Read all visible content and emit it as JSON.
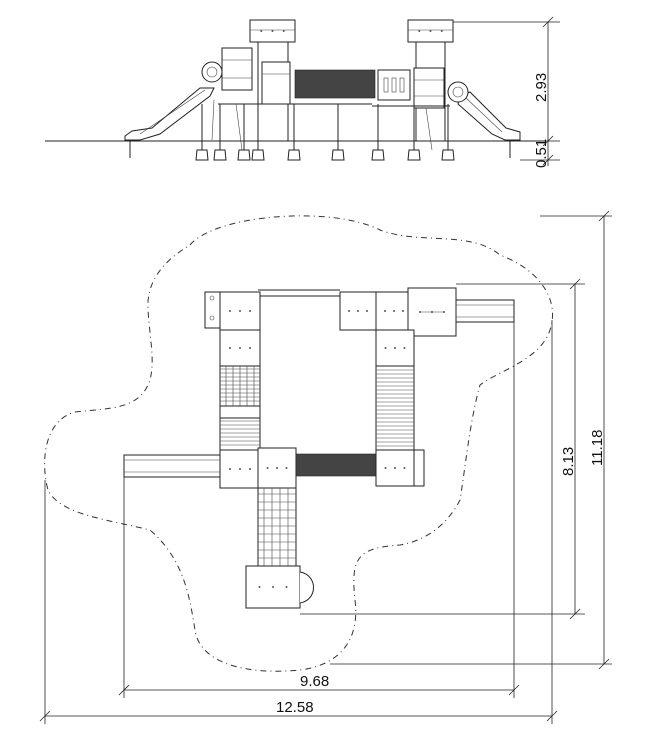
{
  "drawing": {
    "elevation_dimensions": {
      "overall_height": "2.93",
      "deck_height": "0.51"
    },
    "plan_dimensions": {
      "depth_inner": "8.13",
      "depth_outer": "11.18",
      "width_inner": "9.68",
      "width_outer": "12.58"
    }
  }
}
